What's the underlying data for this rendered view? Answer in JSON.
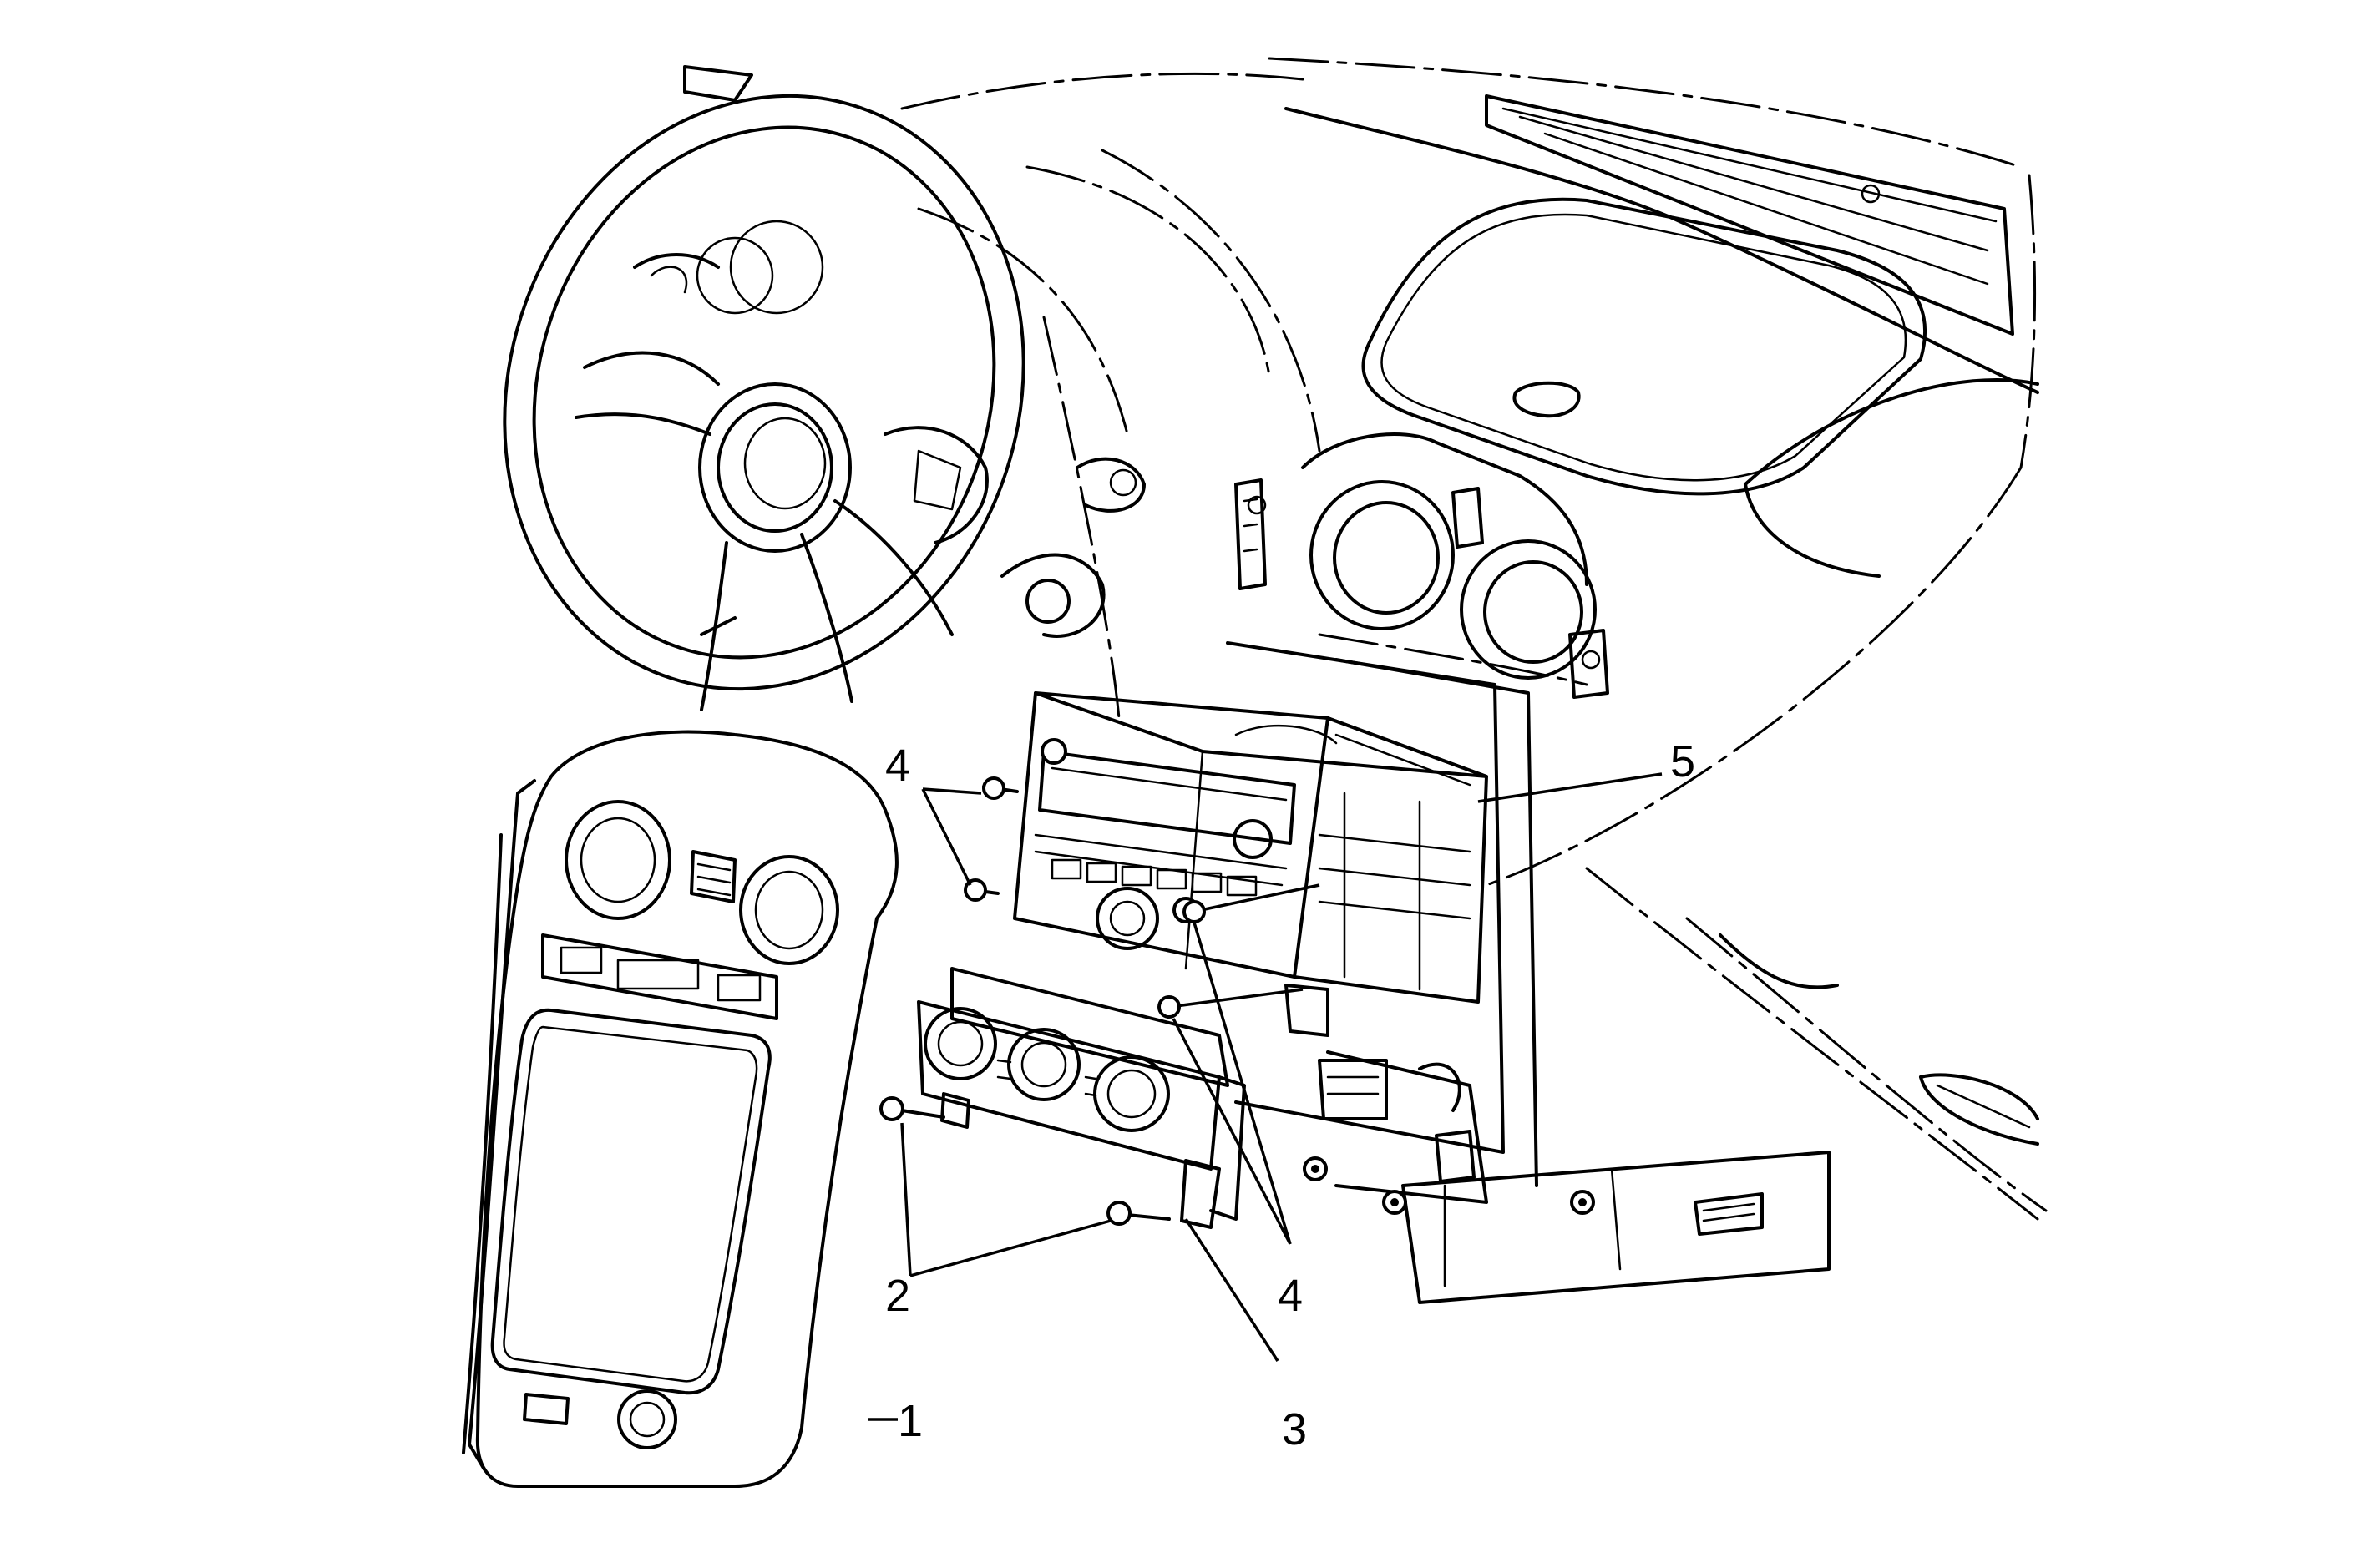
{
  "callouts": {
    "trim_plate": "1",
    "hvac_fasteners": "2",
    "hvac_control": "3",
    "radio_fasteners": "4",
    "radio": "5"
  }
}
